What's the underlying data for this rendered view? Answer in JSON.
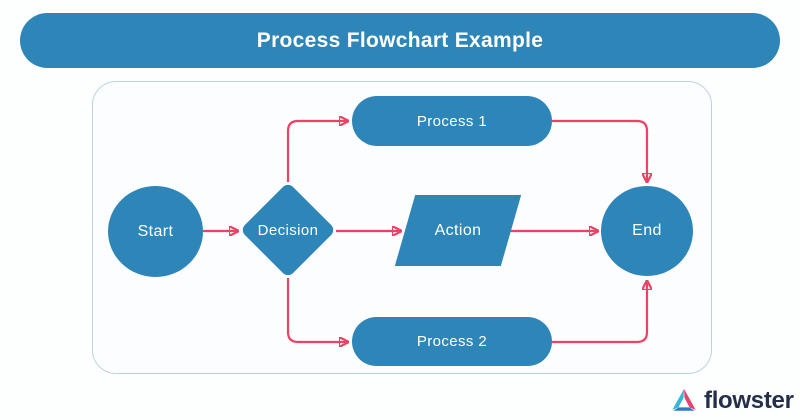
{
  "header": {
    "title": "Process Flowchart Example"
  },
  "diagram": {
    "nodes": [
      {
        "id": "start",
        "label": "Start",
        "shape": "circle"
      },
      {
        "id": "decision",
        "label": "Decision",
        "shape": "diamond"
      },
      {
        "id": "process1",
        "label": "Process 1",
        "shape": "rounded-rect"
      },
      {
        "id": "action",
        "label": "Action",
        "shape": "parallelogram"
      },
      {
        "id": "process2",
        "label": "Process 2",
        "shape": "rounded-rect"
      },
      {
        "id": "end",
        "label": "End",
        "shape": "circle"
      }
    ],
    "edges": [
      {
        "from": "Start",
        "to": "Decision"
      },
      {
        "from": "Decision",
        "to": "Process 1"
      },
      {
        "from": "Decision",
        "to": "Action"
      },
      {
        "from": "Decision",
        "to": "Process 2"
      },
      {
        "from": "Process 1",
        "to": "End"
      },
      {
        "from": "Action",
        "to": "End"
      },
      {
        "from": "Process 2",
        "to": "End"
      }
    ]
  },
  "branding": {
    "name": "flowster",
    "icon": "flowster-pinwheel-logo"
  },
  "colors": {
    "node_fill": "#2e86b8",
    "header_bg": "#2e86b8",
    "arrow": "#ec4266",
    "panel_border": "#bcd3dd",
    "logo_text": "#252f49",
    "logo_pink": "#e8426b",
    "logo_teal": "#36b7d6",
    "logo_blue": "#2c7bc4"
  }
}
